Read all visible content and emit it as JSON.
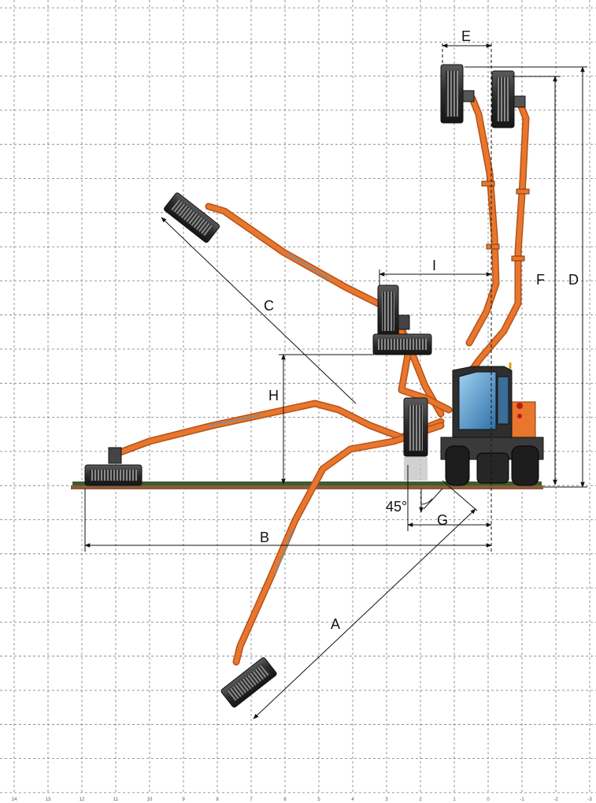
{
  "dimension_labels": {
    "a": "A",
    "b": "B",
    "c": "C",
    "d": "D",
    "e": "E",
    "f": "F",
    "g": "G",
    "h": "H",
    "i": "I"
  },
  "angle_label": "45°",
  "grid_tick_labels": [
    "14",
    "13",
    "12",
    "11",
    "10",
    "9",
    "8",
    "7",
    "6",
    "5",
    "4",
    "3",
    "2",
    "1",
    "0",
    "-1",
    "-2",
    "-3"
  ],
  "colors": {
    "boom": "#e8762c",
    "boom_dark": "#b4521b",
    "machine_dark": "#2e2e2e",
    "cab_glass": "#4a90c8",
    "ground": "#8b5a3a",
    "grass": "#3d5c2e",
    "grid": "#7a7a7a",
    "dim_line": "#111111"
  }
}
